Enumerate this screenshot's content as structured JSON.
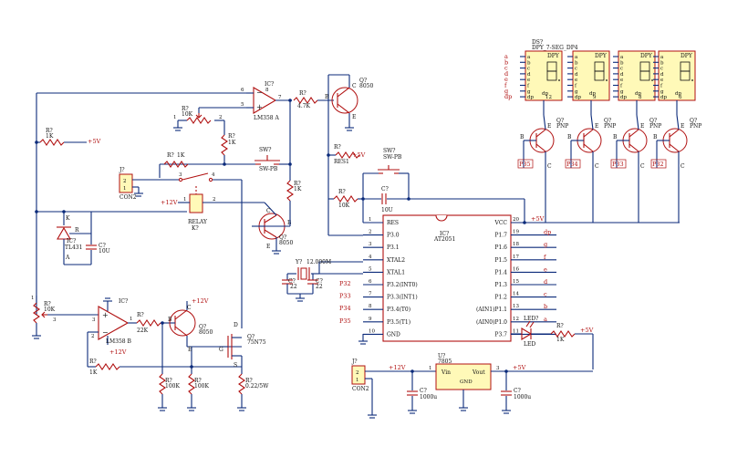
{
  "components": {
    "r_top_left": {
      "ref": "R?",
      "value": "1K"
    },
    "r_pot_top": {
      "ref": "R?",
      "value": "10K"
    },
    "r_mid": {
      "ref": "R?",
      "value": "1K"
    },
    "r_base": {
      "ref": "R?",
      "value": "1K"
    },
    "r_sw": {
      "ref": "R?",
      "value": "1K"
    },
    "r_47k": {
      "ref": "R?",
      "value": "4.7K"
    },
    "r_res1": {
      "ref": "R?",
      "value": "RES1"
    },
    "r_10k_reset": {
      "ref": "R?",
      "value": "10K"
    },
    "r_pot_bottom": {
      "ref": "R?",
      "value": "10K"
    },
    "r_22k": {
      "ref": "R?",
      "value": "22K"
    },
    "r_fb": {
      "ref": "R?",
      "value": "1K"
    },
    "r_100k_a": {
      "ref": "R?",
      "value": "100K"
    },
    "r_100k_b": {
      "ref": "R?",
      "value": "100K"
    },
    "r_sense": {
      "ref": "R?",
      "value": "0.22/5W"
    },
    "r_led": {
      "ref": "R?",
      "value": "1K"
    },
    "opamp_a": {
      "ref": "IC?",
      "value": "LM358 A"
    },
    "opamp_b": {
      "ref": "IC?",
      "value": "LM358 B"
    },
    "tl431": {
      "ref": "IC?",
      "value": "TL431",
      "pin_k": "K",
      "pin_a": "A",
      "pin_r": "R"
    },
    "q_top": {
      "ref": "Q?",
      "value": "8050"
    },
    "q_relay": {
      "ref": "Q?",
      "value": "8050"
    },
    "q_drive": {
      "ref": "Q?",
      "value": "8050"
    },
    "q_mos": {
      "ref": "Q?",
      "value": "75N75"
    },
    "relay": {
      "ref": "K?",
      "value": "RELAY"
    },
    "sw1": {
      "ref": "SW?",
      "value": "SW-PB"
    },
    "sw2": {
      "ref": "SW?",
      "value": "SW-PB"
    },
    "con_top": {
      "ref": "J?",
      "value": "CON2"
    },
    "con_bottom": {
      "ref": "J?",
      "value": "CON2"
    },
    "crystal": {
      "ref": "Y?",
      "value": "12.000M"
    },
    "c_22a": {
      "ref": "C?",
      "value": "22"
    },
    "c_22b": {
      "ref": "C?",
      "value": "22"
    },
    "c_10u_a": {
      "ref": "C?",
      "value": "10U"
    },
    "c_10u_b": {
      "ref": "C?",
      "value": "10U"
    },
    "c_1000u_a": {
      "ref": "C?",
      "value": "1000u"
    },
    "c_1000u_b": {
      "ref": "C?",
      "value": "1000u"
    },
    "reg": {
      "ref": "U?",
      "value": "7805",
      "vin": "Vin",
      "vout": "Vout",
      "gnd": "GND"
    },
    "led": {
      "ref": "LED?",
      "value": "LED"
    },
    "mcu": {
      "ref": "IC?",
      "value": "AT2051"
    }
  },
  "nets": {
    "p5v": "+5V",
    "p12v": "+12V",
    "p12v_neg": "+12V",
    "p32": "P32",
    "p33": "P33",
    "p34": "P34",
    "p35": "P35"
  },
  "mcu_left_pins": [
    {
      "num": "1",
      "name": "RES"
    },
    {
      "num": "2",
      "name": "P3.0"
    },
    {
      "num": "3",
      "name": "P3.1"
    },
    {
      "num": "4",
      "name": "XTAL2"
    },
    {
      "num": "5",
      "name": "XTAL1"
    },
    {
      "num": "6",
      "name": "P3.2(INT0)"
    },
    {
      "num": "7",
      "name": "P3.3(INT1)"
    },
    {
      "num": "8",
      "name": "P3.4(T0)"
    },
    {
      "num": "9",
      "name": "P3.5(T1)"
    },
    {
      "num": "10",
      "name": "GND"
    }
  ],
  "mcu_right_pins": [
    {
      "num": "20",
      "name": "VCC",
      "net": "+5V"
    },
    {
      "num": "19",
      "name": "P1.7",
      "net": "dp"
    },
    {
      "num": "18",
      "name": "P1.6",
      "net": "g"
    },
    {
      "num": "17",
      "name": "P1.5",
      "net": "f"
    },
    {
      "num": "16",
      "name": "P1.4",
      "net": "e"
    },
    {
      "num": "15",
      "name": "P1.3",
      "net": "d"
    },
    {
      "num": "14",
      "name": "P1.2",
      "net": "c"
    },
    {
      "num": "13",
      "name": "(AIN1)P1.1",
      "net": "b"
    },
    {
      "num": "12",
      "name": "(AIN0)P1.0",
      "net": "a"
    },
    {
      "num": "11",
      "name": "P3.7",
      "net": ""
    }
  ],
  "mcu_left_nets": [
    "",
    "",
    "",
    "",
    "",
    "P32",
    "P33",
    "P34",
    "P35",
    ""
  ],
  "display": {
    "ref": "DS?",
    "title": "DPY_7-SEG_DP4",
    "seg_labels": [
      "a",
      "b",
      "c",
      "d",
      "e",
      "f",
      "g",
      "dp"
    ],
    "digit_label": "DPY",
    "digit_pin_numbers": [
      "11",
      "7",
      "4",
      "2",
      "1",
      "10",
      "5",
      "3"
    ],
    "digit_nums": [
      "12",
      "9",
      "8",
      "6"
    ]
  },
  "digit_transistors": [
    {
      "ref": "Q?",
      "type": "PNP",
      "net": "P35"
    },
    {
      "ref": "Q?",
      "type": "PNP",
      "net": "P34"
    },
    {
      "ref": "Q?",
      "type": "PNP",
      "net": "P33"
    },
    {
      "ref": "Q?",
      "type": "PNP",
      "net": "P32"
    }
  ],
  "pin_letters": {
    "b": "B",
    "c": "C",
    "e": "E",
    "d": "D",
    "g": "G",
    "s": "S",
    "k": "K",
    "a": "A",
    "r": "R"
  },
  "colors": {
    "wire": "#0b2a7a",
    "component": "#b01010",
    "display_fill": "#fff9b8",
    "background": "#ffffff"
  }
}
